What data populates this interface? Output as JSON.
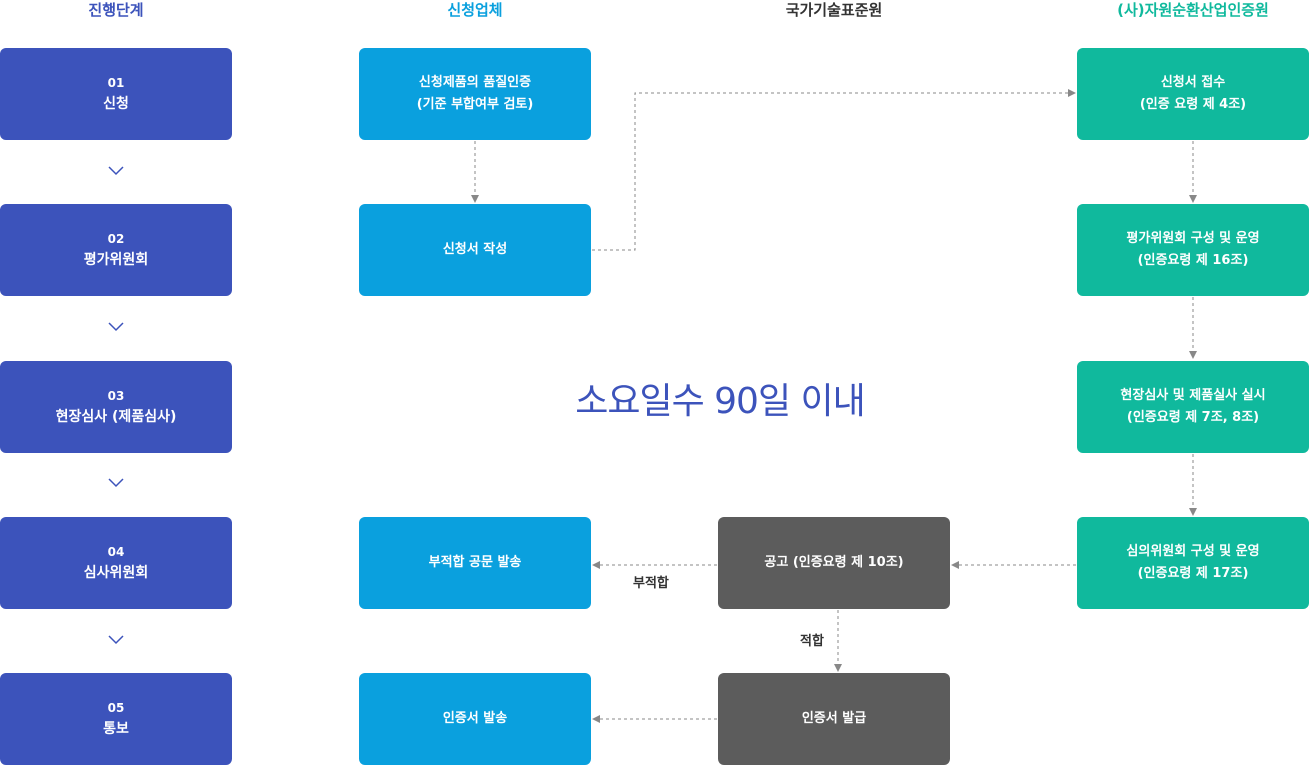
{
  "headers": {
    "stage": "진행단계",
    "applicant": "신청업체",
    "agency": "국가기술표준원",
    "institute": "(사)자원순환산업인증원"
  },
  "header_colors": {
    "stage": "#3c53bb",
    "applicant": "#0aa0de",
    "agency": "#333333",
    "institute": "#10b99d"
  },
  "stages": [
    {
      "num": "01",
      "name": "신청"
    },
    {
      "num": "02",
      "name": "평가위원회"
    },
    {
      "num": "03",
      "name": "현장심사 (제품심사)"
    },
    {
      "num": "04",
      "name": "심사위원회"
    },
    {
      "num": "05",
      "name": "통보"
    }
  ],
  "applicant_boxes": {
    "quality": [
      "신청제품의 품질인증",
      "(기준 부합여부 검토)"
    ],
    "write": "신청서 작성",
    "reject": "부적합 공문 발송",
    "issue": "인증서 발송"
  },
  "institute_boxes": {
    "receipt": [
      "신청서 접수",
      "(인증 요령 제 4조)"
    ],
    "eval": [
      "평가위원회 구성 및 운영",
      "(인증요령 제 16조)"
    ],
    "audit": [
      "현장심사 및 제품실사 실시",
      "(인증요령 제 7조, 8조)"
    ],
    "review": [
      "심의위원회 구성 및 운영",
      "(인증요령 제 17조)"
    ]
  },
  "agency_boxes": {
    "notice": "공고 (인증요령 제 10조)",
    "cert": "인증서 발급"
  },
  "labels": {
    "fail": "부적합",
    "pass": "적합"
  },
  "center_note": "소요일수 90일 이내",
  "colors": {
    "stage": "#3c53bb",
    "applicant": "#0aa0de",
    "institute": "#10b99d",
    "agency": "#5c5c5c",
    "connector": "#888888"
  }
}
